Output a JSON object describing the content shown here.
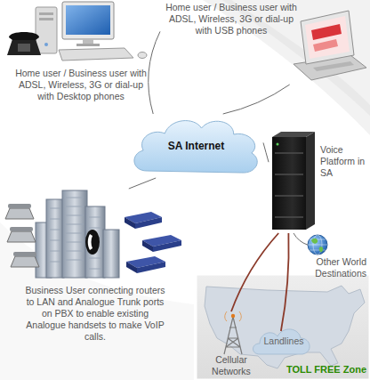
{
  "diagram": {
    "nodes": [
      {
        "text": [
          "Home user / Business user with ADSL, Wireless, 3G or dial-up with Desktop phones"
        ]
      },
      {
        "text": [
          "Home user / Business user with ADSL, Wireless, 3G or dial-up with USB phones"
        ]
      },
      {
        "text": [
          "SA Internet"
        ]
      },
      {
        "text": [
          "Business User connecting routers to LAN and Analogue Trunk ports on PBX to enable existing Analogue handsets to make VoIP calls."
        ]
      },
      {
        "text": [
          "Voice Platform in SA"
        ]
      },
      {
        "text": [
          "Other World Destinations"
        ]
      },
      {
        "text": [
          "TOLL FREE Zone"
        ]
      },
      {
        "text": [
          "Cellular Networks"
        ],
        "in": 6
      },
      {
        "text": [
          "Landlines"
        ],
        "in": 6
      }
    ],
    "edges": [
      {
        "from": 0,
        "to": 2,
        "arrow": "none"
      },
      {
        "from": 1,
        "to": 2,
        "arrow": "none"
      },
      {
        "from": 3,
        "to": 2,
        "arrow": "none"
      },
      {
        "from": 2,
        "to": 4,
        "arrow": "none"
      },
      {
        "from": 4,
        "to": 5,
        "arrow": "none"
      },
      {
        "from": 4,
        "to": 7,
        "arrow": "none"
      },
      {
        "from": 4,
        "to": 8,
        "arrow": "none"
      }
    ]
  }
}
